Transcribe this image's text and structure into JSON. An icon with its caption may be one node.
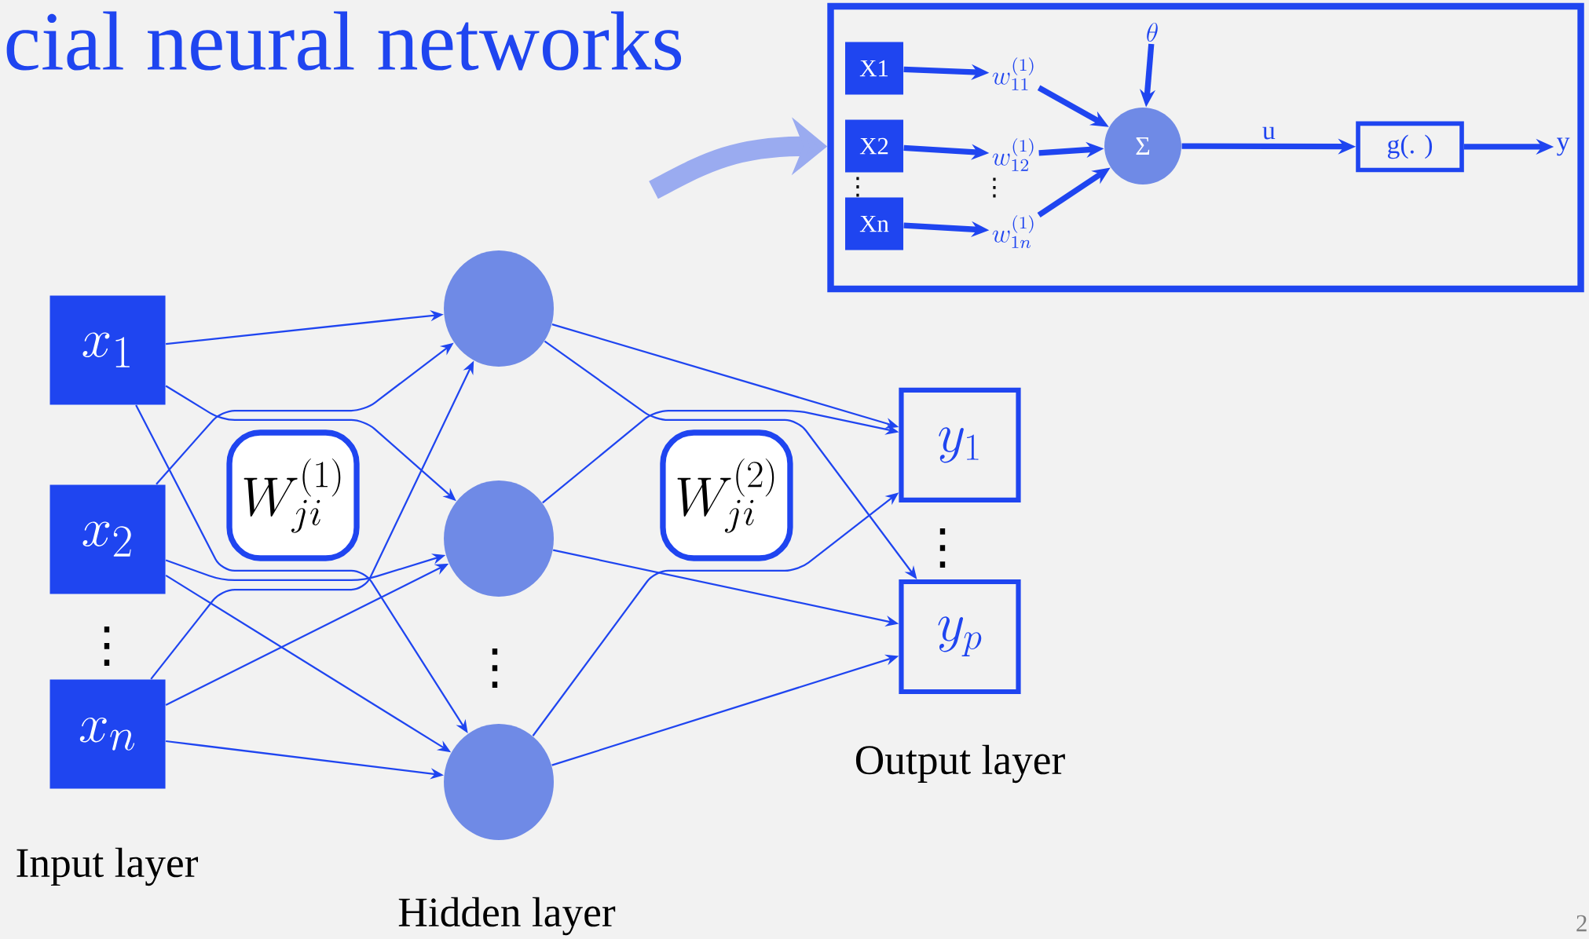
{
  "diagram": {
    "title": "cial neural networks",
    "nodes": [
      {
        "text": [
          "x_{1}"
        ]
      },
      {
        "text": [
          "x_{2}"
        ]
      },
      {
        "text": [
          "x_{n}"
        ]
      },
      {
        "text": [
          "W_{ji}^{(1)}"
        ]
      },
      {
        "text": [],
        "shape": "circle"
      },
      {
        "text": [],
        "shape": "circle"
      },
      {
        "text": [],
        "shape": "circle"
      },
      {
        "text": [
          "W_{ji}^{(2)}"
        ]
      },
      {
        "text": [
          "y_{1}"
        ]
      },
      {
        "text": [
          "y_{p}"
        ]
      },
      {
        "text": [],
        "shape": "box"
      },
      {
        "text": [
          "X1"
        ],
        "in": 10
      },
      {
        "text": [
          "X2"
        ],
        "in": 10
      },
      {
        "text": [
          "Xn"
        ],
        "in": 10
      },
      {
        "text": [
          "w_{11}^{(1)}"
        ],
        "in": 10
      },
      {
        "text": [
          "w_{12}^{(1)}"
        ],
        "in": 10
      },
      {
        "text": [
          "w_{1n}^{(1)}"
        ],
        "in": 10
      },
      {
        "text": [
          "\\theta"
        ],
        "in": 10
      },
      {
        "text": [
          "Σ"
        ],
        "in": 10
      },
      {
        "text": [
          "g(. )"
        ],
        "in": 10
      },
      {
        "text": [
          "y"
        ],
        "in": 10
      }
    ],
    "edges": [
      {
        "from": 0,
        "to": 4,
        "arrow": "to"
      },
      {
        "from": 0,
        "to": 5,
        "arrow": "to"
      },
      {
        "from": 0,
        "to": 6,
        "arrow": "to"
      },
      {
        "from": 1,
        "to": 4,
        "arrow": "to"
      },
      {
        "from": 1,
        "to": 5,
        "arrow": "to"
      },
      {
        "from": 1,
        "to": 6,
        "arrow": "to"
      },
      {
        "from": 2,
        "to": 4,
        "arrow": "to"
      },
      {
        "from": 2,
        "to": 5,
        "arrow": "to"
      },
      {
        "from": 2,
        "to": 6,
        "arrow": "to"
      },
      {
        "from": 4,
        "to": 8,
        "arrow": "to"
      },
      {
        "from": 4,
        "to": 9,
        "arrow": "to"
      },
      {
        "from": 5,
        "to": 8,
        "arrow": "to"
      },
      {
        "from": 5,
        "to": 9,
        "arrow": "to"
      },
      {
        "from": 6,
        "to": 8,
        "arrow": "to"
      },
      {
        "from": 6,
        "to": 9,
        "arrow": "to"
      },
      {
        "from": 11,
        "to": 14,
        "arrow": "to",
        "style": "thick"
      },
      {
        "from": 12,
        "to": 15,
        "arrow": "to",
        "style": "thick"
      },
      {
        "from": 13,
        "to": 16,
        "arrow": "to",
        "style": "thick"
      },
      {
        "from": 14,
        "to": 18,
        "arrow": "to",
        "style": "thick"
      },
      {
        "from": 15,
        "to": 18,
        "arrow": "to",
        "style": "thick"
      },
      {
        "from": 16,
        "to": 18,
        "arrow": "to",
        "style": "thick"
      },
      {
        "from": 17,
        "to": 18,
        "arrow": "to",
        "style": "thick"
      },
      {
        "from": 18,
        "to": 19,
        "arrow": "to",
        "style": "thick",
        "label": "u"
      },
      {
        "from": 19,
        "to": 20,
        "arrow": "to",
        "style": "thick"
      },
      {
        "from": null,
        "to": 10,
        "arrow": "to",
        "style": "thick",
        "color": "#9aabf0"
      }
    ],
    "labels": [
      "Input layer",
      "Hidden layer",
      "Output layer",
      "⋮",
      "⋮",
      "⋮",
      "⋮",
      "⋮",
      "2"
    ]
  }
}
